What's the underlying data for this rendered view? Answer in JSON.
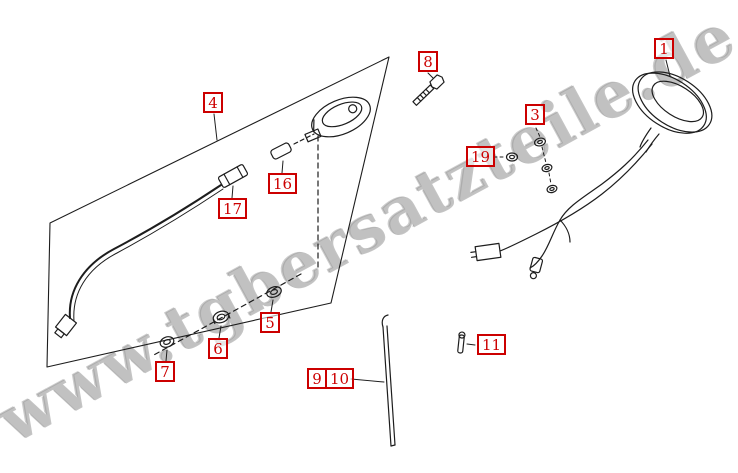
{
  "watermark": {
    "text": "www.tgbersatzteile.de",
    "color": "#949494"
  },
  "diagram": {
    "colors": {
      "label_red": "#cc0000",
      "line": "#1d1d1d"
    },
    "labels": [
      {
        "text": "1"
      },
      {
        "text": "3"
      },
      {
        "text": "4"
      },
      {
        "text": "5"
      },
      {
        "text": "6"
      },
      {
        "text": "7"
      },
      {
        "text": "8"
      },
      {
        "text": "9"
      },
      {
        "text": "10"
      },
      {
        "text": "11"
      },
      {
        "text": "16"
      },
      {
        "text": "17"
      },
      {
        "text": "19"
      }
    ]
  }
}
